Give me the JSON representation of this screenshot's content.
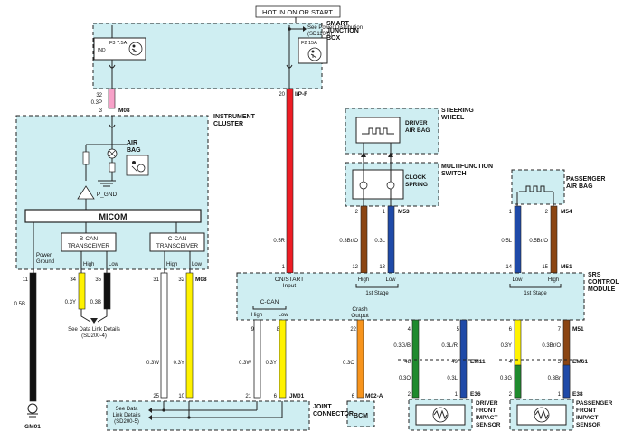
{
  "hot_label": "HOT IN ON OR START",
  "sjb": {
    "label_line1": "SMART",
    "label_line2": "JUNCTION",
    "label_line3": "BOX",
    "fuse_f3": "F3 7.5A",
    "fuse_f3_sub": "IND",
    "fuse_f2": "F2 15A",
    "see_power_line1": "See Power Distribution",
    "see_power_line2": "(SD110-8)"
  },
  "ic": {
    "label_line1": "INSTRUMENT",
    "label_line2": "CLUSTER",
    "micom": "MICOM",
    "airbag_line1": "AIR",
    "airbag_line2": "BAG",
    "p_gnd": "P_GND",
    "bcan_line1": "B-CAN",
    "bcan_line2": "TRANSCEIVER",
    "ccan_line1": "C-CAN",
    "ccan_line2": "TRANSCEIVER",
    "power_ground_line1": "Power",
    "power_ground_line2": "Ground",
    "high": "High",
    "low": "Low"
  },
  "steering": {
    "label_line1": "STEERING",
    "label_line2": "WHEEL",
    "driver_airbag_line1": "DRIVER",
    "driver_airbag_line2": "AIR BAG"
  },
  "mfs": {
    "label_line1": "MULTIFUNCTION",
    "label_line2": "SWITCH",
    "clock_line1": "CLOCK",
    "clock_line2": "SPRING"
  },
  "pab": {
    "label_line1": "PASSENGER",
    "label_line2": "AIR BAG"
  },
  "srs": {
    "label_line1": "SRS",
    "label_line2": "CONTROL",
    "label_line3": "MODULE",
    "on_start_line1": "ON/START",
    "on_start_line2": "Input",
    "high": "High",
    "low": "Low",
    "stage1": "1st Stage",
    "ccan": "C-CAN",
    "crash_line1": "Crash",
    "crash_line2": "Output"
  },
  "joint": {
    "label_line1": "JOINT",
    "label_line2": "CONNECTOR",
    "see_line1": "See Data",
    "see_line2": "Link Details",
    "see_line3": "(SD200-5)"
  },
  "bcm": "BCM",
  "datalink_left": {
    "line1": "See Data Link Details",
    "line2": "(SD200-4)"
  },
  "dfis": {
    "line1": "DRIVER",
    "line2": "FRONT",
    "line3": "IMPACT",
    "line4": "SENSOR"
  },
  "pfis": {
    "line1": "PASSENGER",
    "line2": "FRONT",
    "line3": "IMPACT",
    "line4": "SENSOR"
  },
  "connectors": {
    "m08": "M08",
    "ip_f": "I/P-F",
    "m53": "M53",
    "m54": "M54",
    "m51": "M51",
    "m08b": "M08",
    "jm01": "JM01",
    "m02a": "M02-A",
    "em11": "EM11",
    "e36": "E36",
    "m51b": "M51",
    "em61": "EM61",
    "e38": "E38",
    "gm01": "GM01"
  },
  "pins": {
    "p32": "32",
    "p03p": "0.3P",
    "p3": "3",
    "p20": "20",
    "p05r": "0.5R",
    "p1": "1",
    "p11": "11",
    "p34": "34",
    "p35": "35",
    "p31": "31",
    "p32b": "32",
    "p05b": "0.5B",
    "p03y": "0.3Y",
    "p03b": "0.3B",
    "p03w": "0.3W",
    "p03y2": "0.3Y",
    "p12": "12",
    "p13": "13",
    "p2": "2",
    "p1b": "1",
    "p03bro": "0.3Br/O",
    "p03l": "0.3L",
    "p14": "14",
    "p15": "15",
    "p1c": "1",
    "p2b": "2",
    "p05l": "0.5L",
    "p05bro": "0.5Br/O",
    "p9": "9",
    "p8": "8",
    "p22": "22",
    "p4": "4",
    "p5": "5",
    "p6": "6",
    "p7": "7",
    "p03w2": "0.3W",
    "p03y3": "0.3Y",
    "p03o": "0.3O",
    "p03gb": "0.3G/B",
    "p03lr": "0.3L/R",
    "p03y4": "0.3Y",
    "p03bro2": "0.3Br/O",
    "p48": "48",
    "p49": "49",
    "p4b": "4",
    "p5b": "5",
    "p03o2": "0.3O",
    "p03l2": "0.3L",
    "p03g": "0.3G",
    "p03br": "0.3Br",
    "p2c": "2",
    "p1d": "1",
    "p2d": "2",
    "p1e": "1",
    "p25": "25",
    "p10": "10",
    "p21": "21",
    "p6b": "6",
    "p6c": "6"
  },
  "wire_colors": {
    "pink": "#f7a1c8",
    "red": "#ee1c24",
    "black": "#111111",
    "yellow": "#fff200",
    "white": "#ffffff",
    "brown": "#8b4513",
    "blue": "#1f4aa8",
    "orange": "#f7941d",
    "green": "#1f8a2e",
    "box_fill": "#cfeef2"
  }
}
